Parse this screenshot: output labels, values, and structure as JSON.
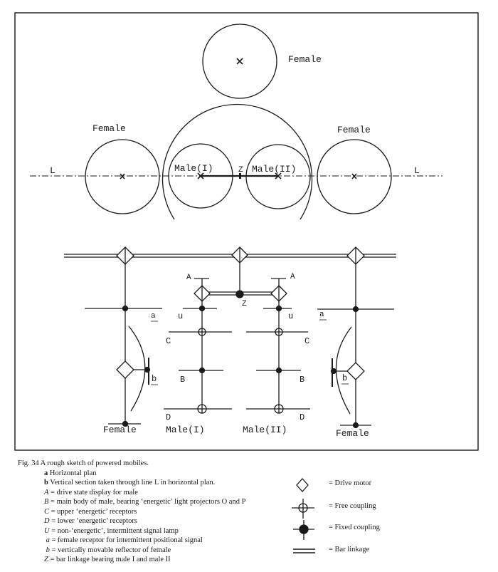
{
  "figure": {
    "plan": {
      "labels": {
        "female_top": "Female",
        "female_left": "Female",
        "female_right": "Female",
        "male_1": "Male(I)",
        "male_2": "Male(II)",
        "z": "Z",
        "line_left": "L",
        "line_right": "L"
      }
    },
    "section": {
      "labels": {
        "a_left_upper": "A",
        "a_right_upper": "A",
        "z": "Z",
        "u_left": "u",
        "u_right": "u",
        "a_left": "a",
        "a_right": "a",
        "c_left": "C",
        "c_right": "C",
        "b_left": "B",
        "b_right": "B",
        "b_female_left": "b",
        "b_female_right": "b",
        "d_left": "D",
        "d_right": "D",
        "female_left": "Female",
        "female_right": "Female",
        "male_1": "Male(I)",
        "male_2": "Male(II)"
      }
    }
  },
  "caption": {
    "title": "Fig. 34 A rough sketch of powered mobiles.",
    "sub_a_key": "a",
    "sub_a_text": "Horizontal plan",
    "sub_b_key": "b",
    "sub_b_text": "Vertical section taken through line L in horizontal plan.",
    "items": [
      {
        "key": "A",
        "text": "= drive state display for male"
      },
      {
        "key": "B",
        "text": "= main body of male, bearing ‘energetic’ light projectors O and P"
      },
      {
        "key": "C",
        "text": "= upper ‘energetic’ receptors"
      },
      {
        "key": "D",
        "text": "= lower ‘energetic’ receptors"
      },
      {
        "key": "U",
        "text": "= non-‘energetic’, intermittent signal lamp"
      },
      {
        "key": "a",
        "text": "= female receptor for intermittent positional signal"
      },
      {
        "key": "b",
        "text": "= vertically movable reflector of female"
      },
      {
        "key": "Z",
        "text": "= bar linkage bearing male I and male II"
      }
    ]
  },
  "legend": [
    {
      "icon": "drive-motor-icon",
      "label": "= Drive motor"
    },
    {
      "icon": "free-coupling-icon",
      "label": "= Free coupling"
    },
    {
      "icon": "fixed-coupling-icon",
      "label": "= Fixed coupling"
    },
    {
      "icon": "bar-linkage-icon",
      "label": "= Bar linkage"
    }
  ]
}
